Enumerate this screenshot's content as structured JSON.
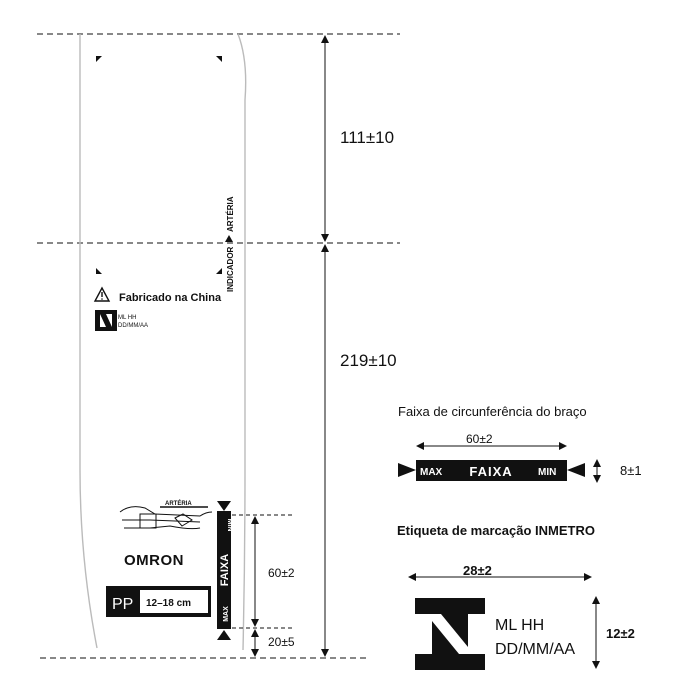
{
  "dimensions": {
    "top_section": "111±10",
    "bottom_section": "219±10",
    "range_length": "60±2",
    "range_offset": "20±5"
  },
  "cuff": {
    "indicator_label": "INDICADOR",
    "artery_label": "ARTÉRIA",
    "artery_small_label": "ARTÉRIA",
    "made_in_label": "Fabricado na China",
    "stamp_line1": "ML HH",
    "stamp_line2": "DD/MM/AA",
    "brand": "OMRON",
    "size_code": "PP",
    "size_range": "12–18 cm",
    "range_bar": {
      "min": "MIN",
      "text": "FAIXA",
      "max": "MAX"
    }
  },
  "arm_range_panel": {
    "title": "Faixa de circunferência do braço",
    "width_dim": "60±2",
    "height_dim": "8±1",
    "bar": {
      "max": "MAX",
      "text": "FAIXA",
      "min": "MIN"
    }
  },
  "inmetro_panel": {
    "title": "Etiqueta de marcação INMETRO",
    "width_dim": "28±2",
    "height_dim": "12±2",
    "line1": "ML HH",
    "line2": "DD/MM/AA"
  },
  "colors": {
    "ink": "#111111",
    "line": "#bbbbbb",
    "background": "#ffffff"
  }
}
